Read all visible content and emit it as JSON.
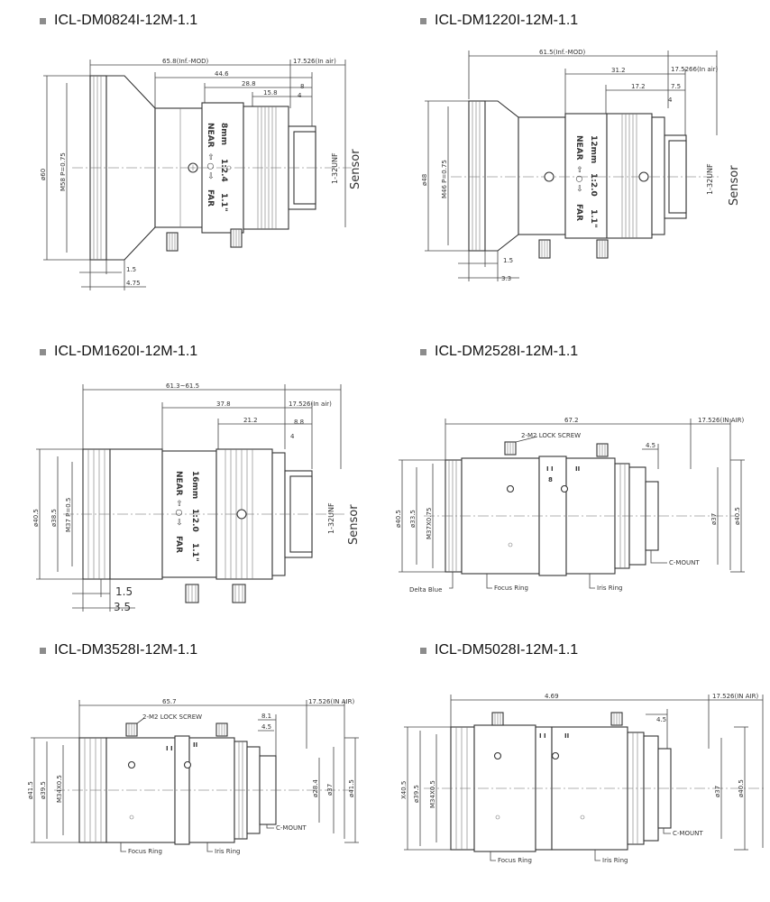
{
  "panels": [
    {
      "id": "dm0824",
      "title": "ICL-DM0824I-12M-1.1",
      "dims": {
        "overall": "65.8(Inf.-MOD)",
        "flange": "17.526(In air)",
        "d1": "44.6",
        "d2": "28.8",
        "d3": "15.8",
        "d4": "8",
        "d5": "4",
        "b1": "1.5",
        "b2": "4.75",
        "dia1": "ø60",
        "dia2": "M58 P=0.75"
      },
      "barrel": {
        "focal": "8mm",
        "near": "NEAR",
        "far": "FAR",
        "aperture": "1:2.4",
        "format": "1.1\""
      },
      "mount_label": "1-32UNF",
      "sensor_label": "Sensor"
    },
    {
      "id": "dm1220",
      "title": "ICL-DM1220I-12M-1.1",
      "dims": {
        "overall": "61.5(Inf.-MOD)",
        "flange": "17.5266(In air)",
        "d1": "31.2",
        "d2": "17.2",
        "d3": "7.5",
        "d4": "4",
        "b1": "1.5",
        "b2": "3.3",
        "dia1": "ø48",
        "dia2": "M46 P=0.75"
      },
      "barrel": {
        "focal": "12mm",
        "near": "NEAR",
        "far": "FAR",
        "aperture": "1:2.0",
        "format": "1.1\""
      },
      "mount_label": "1-32UNF",
      "sensor_label": "Sensor"
    },
    {
      "id": "dm1620",
      "title": "ICL-DM1620I-12M-1.1",
      "dims": {
        "overall": "61.3~61.5",
        "flange": "17.526(In air)",
        "d1": "37.8",
        "d2": "21.2",
        "d3": "8.8",
        "d4": "4",
        "b1": "1.5",
        "b2": "3.5",
        "dia1": "ø40.5",
        "dia2": "ø38.5",
        "dia3": "M37 P=0.5"
      },
      "barrel": {
        "focal": "16mm",
        "near": "NEAR",
        "far": "FAR",
        "aperture": "1:2.0",
        "format": "1.1\""
      },
      "mount_label": "1-32UNF",
      "sensor_label": "Sensor"
    },
    {
      "id": "dm2528",
      "title": "ICL-DM2528I-12M-1.1",
      "dims": {
        "overall": "67.2",
        "flange": "17.526(IN AIR)",
        "d1": "4.5",
        "dia_left1": "ø40.5",
        "dia_left2": "ø33.5",
        "dia_left3": "M37X0.75",
        "dia_right1": "ø37",
        "dia_right2": "ø40.5"
      },
      "callouts": {
        "screw": "2-M2 LOCK SCREW",
        "mount": "C-MOUNT",
        "delta": "Delta Blue",
        "focus": "Focus Ring",
        "iris": "Iris Ring"
      }
    },
    {
      "id": "dm3528",
      "title": "ICL-DM3528I-12M-1.1",
      "dims": {
        "overall": "65.7",
        "flange": "17.526(IN AIR)",
        "d1": "8.1",
        "d2": "4.5",
        "dia_left1": "ø41.5",
        "dia_left2": "ø39.5",
        "dia_left3": "M34X0.5",
        "dia_right1": "ø28.4",
        "dia_right2": "ø37",
        "dia_right3": "ø41.5"
      },
      "callouts": {
        "screw": "2-M2 LOCK SCREW",
        "mount": "C-MOUNT",
        "focus": "Focus Ring",
        "iris": "Iris Ring"
      }
    },
    {
      "id": "dm5028",
      "title": "ICL-DM5028I-12M-1.1",
      "dims": {
        "overall": "4.69",
        "flange": "17.526(IN AIR)",
        "d1": "4.5",
        "dia_left1": "X40.5",
        "dia_left2": "ø39.5",
        "dia_left3": "M34X0.5",
        "dia_right1": "ø37",
        "dia_right2": "ø40.5"
      },
      "callouts": {
        "mount": "C-MOUNT",
        "focus": "Focus Ring",
        "iris": "Iris Ring"
      }
    }
  ]
}
